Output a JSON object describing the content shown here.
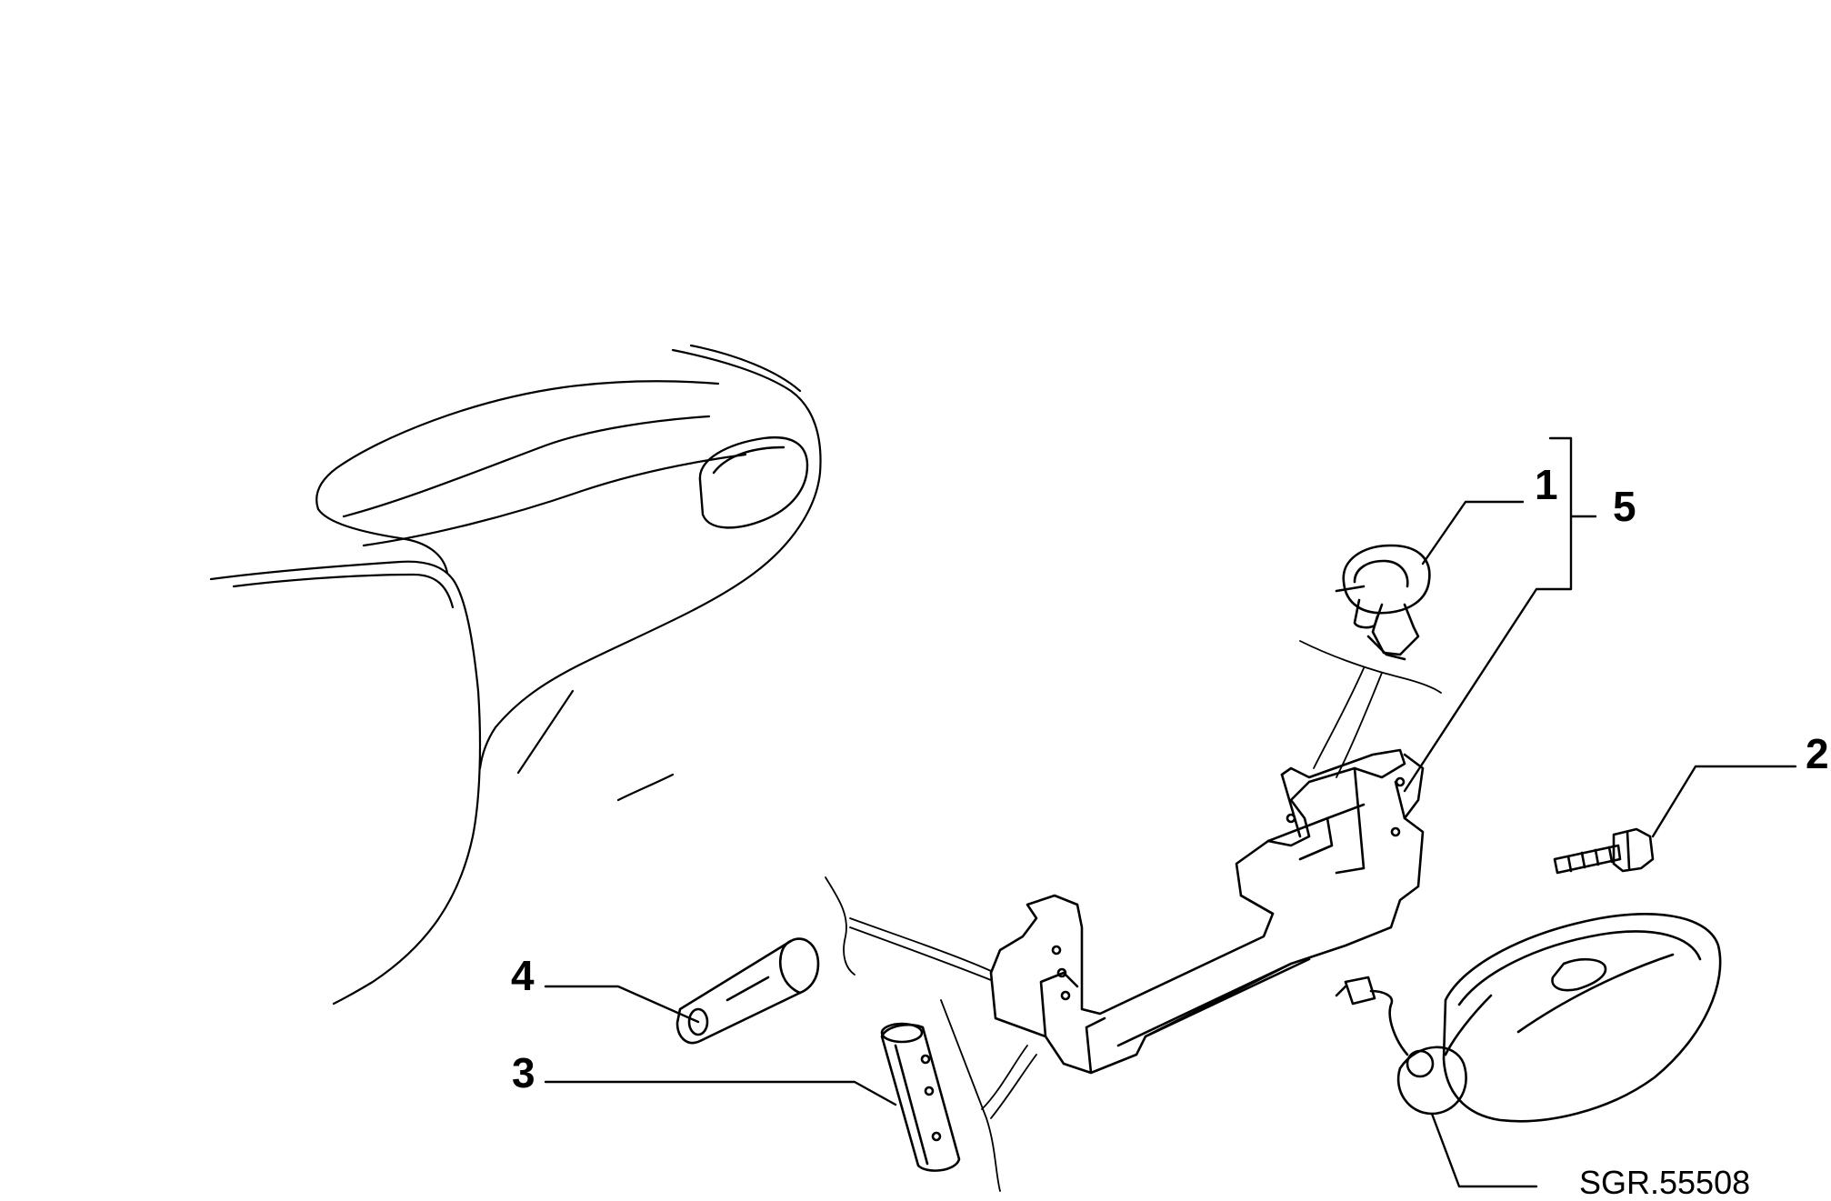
{
  "diagram": {
    "callouts": [
      {
        "id": "c1",
        "label": "1"
      },
      {
        "id": "c2",
        "label": "2"
      },
      {
        "id": "c3",
        "label": "3"
      },
      {
        "id": "c4",
        "label": "4"
      },
      {
        "id": "c5",
        "label": "5"
      }
    ],
    "reference": "SGR.55508",
    "parts": [
      {
        "name": "rear-body-panel"
      },
      {
        "name": "lamp-housing"
      },
      {
        "name": "mounting-bracket"
      },
      {
        "name": "push-clip"
      },
      {
        "name": "bolt"
      },
      {
        "name": "rubber-spacer"
      },
      {
        "name": "rubber-pad"
      },
      {
        "name": "lamp-with-connector"
      }
    ]
  }
}
